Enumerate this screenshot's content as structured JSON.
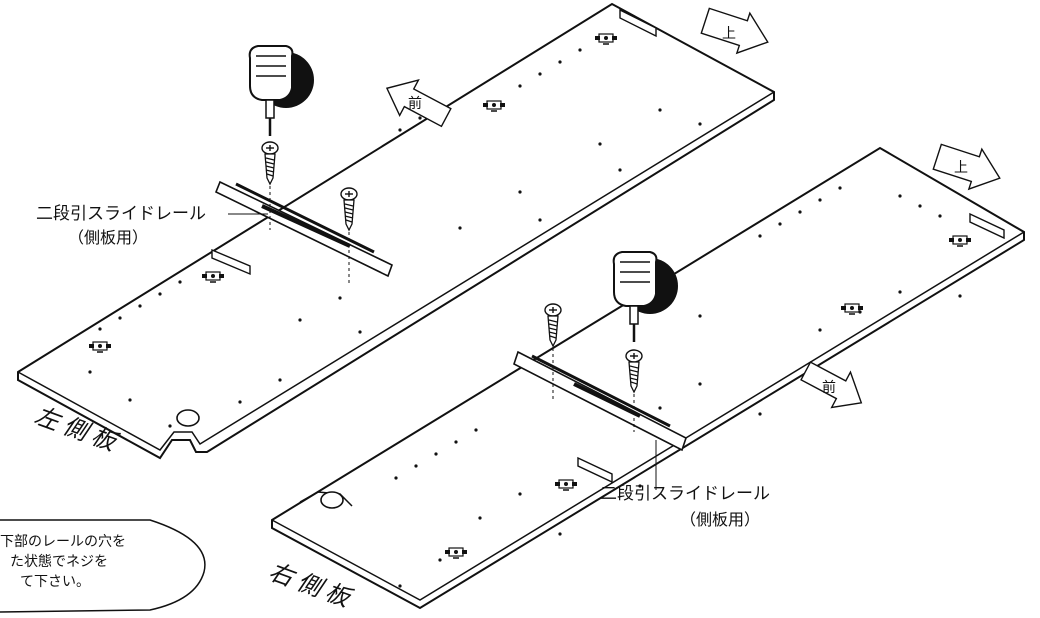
{
  "labels": {
    "rail_top": "二段引スライドレール",
    "rail_top_sub": "（側板用）",
    "rail_bottom": "二段引スライドレール",
    "rail_bottom_sub": "（側板用）",
    "left_panel": "左側板",
    "right_panel": "右側板"
  },
  "note": {
    "line1": "下部のレールの穴を",
    "line2": "た状態でネジを",
    "line3": "て下さい。"
  },
  "direction": {
    "up": "上",
    "front": "前"
  },
  "icons": [
    "hand-icon",
    "screw-icon",
    "direction-arrow-icon"
  ]
}
